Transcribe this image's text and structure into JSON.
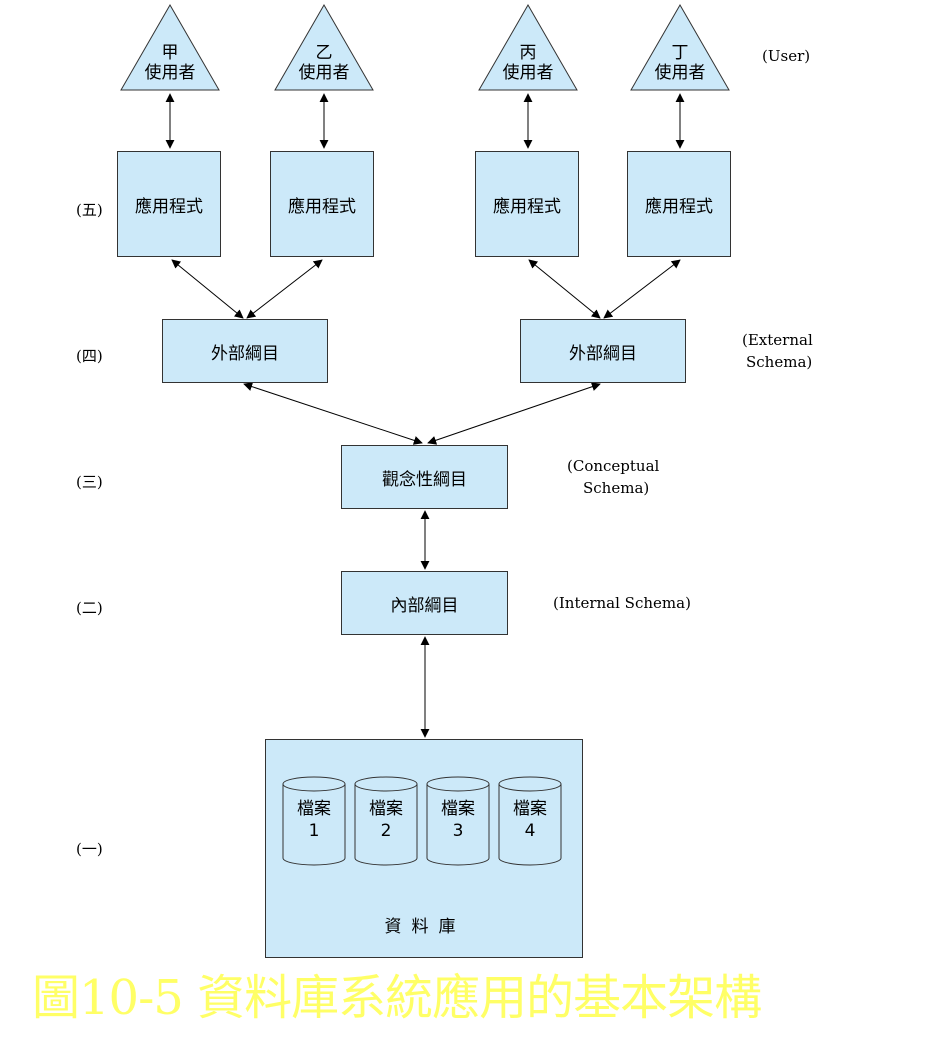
{
  "users": [
    {
      "name": "甲",
      "role": "使用者"
    },
    {
      "name": "乙",
      "role": "使用者"
    },
    {
      "name": "丙",
      "role": "使用者"
    },
    {
      "name": "丁",
      "role": "使用者"
    }
  ],
  "user_label": "(User)",
  "app_label": "應用程式",
  "external_schema_label": "外部綱目",
  "external_schema_en": [
    "(External",
    "Schema)"
  ],
  "conceptual_schema_label": "觀念性綱目",
  "conceptual_schema_en": [
    "(Conceptual",
    "Schema)"
  ],
  "internal_schema_label": "內部綱目",
  "internal_schema_en": "(Internal Schema)",
  "levels": [
    "(五)",
    "(四)",
    "(三)",
    "(二)",
    "(一)"
  ],
  "files": [
    {
      "name": "檔案",
      "num": "1"
    },
    {
      "name": "檔案",
      "num": "2"
    },
    {
      "name": "檔案",
      "num": "3"
    },
    {
      "name": "檔案",
      "num": "4"
    }
  ],
  "database_label": "資料庫",
  "caption": "圖10-5 資料庫系統應用的基本架構",
  "colors": {
    "box_fill": "#cce9f9",
    "caption": "#ffff66"
  }
}
